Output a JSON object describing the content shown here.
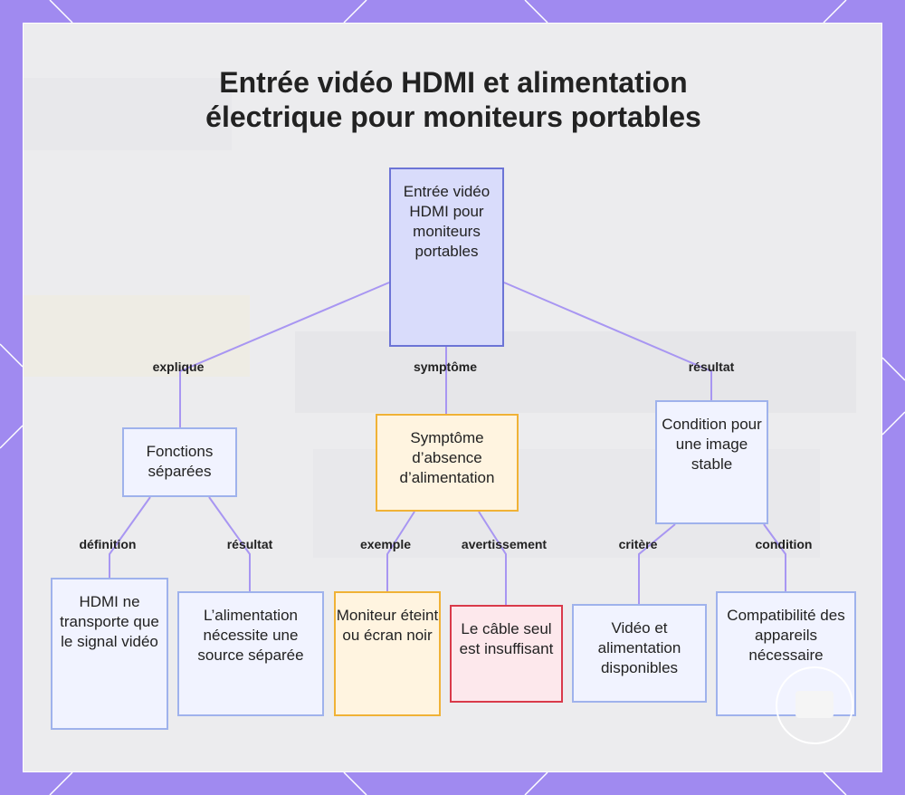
{
  "title": "Entrée vidéo HDMI et alimentation\nélectrique pour moniteurs portables",
  "colors": {
    "frame": "#a08af0",
    "edge": "#a896f2",
    "root_fill": "#d9dcfb",
    "orange_border": "#f0b236",
    "red_border": "#d93a4a"
  },
  "nodes": {
    "root": "Entrée vidéo HDMI pour moniteurs portables",
    "fonctions": "Fonctions séparées",
    "symptome": "Symptôme d’absence d’alimentation",
    "condition": "Condition pour une image stable",
    "hdmi": "HDMI ne transporte que le signal vidéo",
    "alimentation": "L’alimentation nécessite une source séparée",
    "moniteur": "Moniteur éteint ou écran noir",
    "cable": "Le câble seul est insuffisant",
    "video": "Vidéo et alimentation disponibles",
    "compat": "Compatibilité des appareils nécessaire"
  },
  "edge_labels": {
    "explique": "explique",
    "symptome": "symptôme",
    "resultat_top": "résultat",
    "definition": "définition",
    "resultat_left": "résultat",
    "exemple": "exemple",
    "avertissement": "avertissement",
    "critere": "critère",
    "condition": "condition"
  }
}
